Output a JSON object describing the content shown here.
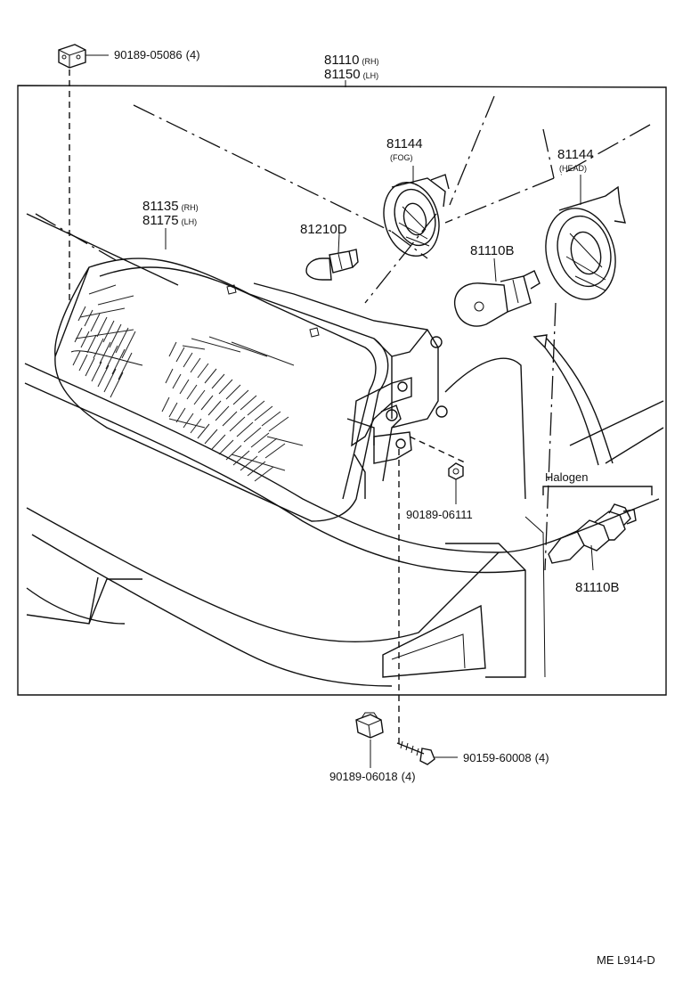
{
  "labels": {
    "clip_top_part": "90189-05086",
    "clip_top_qty": "(4)",
    "assy_rh_part": "81110",
    "assy_rh_suffix": "(RH)",
    "assy_lh_part": "81150",
    "assy_lh_suffix": "(LH)",
    "lens_rh_part": "81135",
    "lens_rh_suffix": "(RH)",
    "lens_lh_part": "81175",
    "lens_lh_suffix": "(LH)",
    "wedge_bulb_part": "81210D",
    "fog_socket_part": "81144",
    "fog_socket_suffix": "(FOG)",
    "head_socket_part": "81144",
    "head_socket_suffix": "(HEAD)",
    "bulb_part": "81110B",
    "nut_part": "90189-06111",
    "halogen_title": "Halogen",
    "halogen_bulb_part": "81110B",
    "clip_bottom_part": "90189-06018",
    "clip_bottom_qty": "(4)",
    "screw_part": "90159-60008",
    "screw_qty": "(4)",
    "page_code": "ME L914-D"
  }
}
